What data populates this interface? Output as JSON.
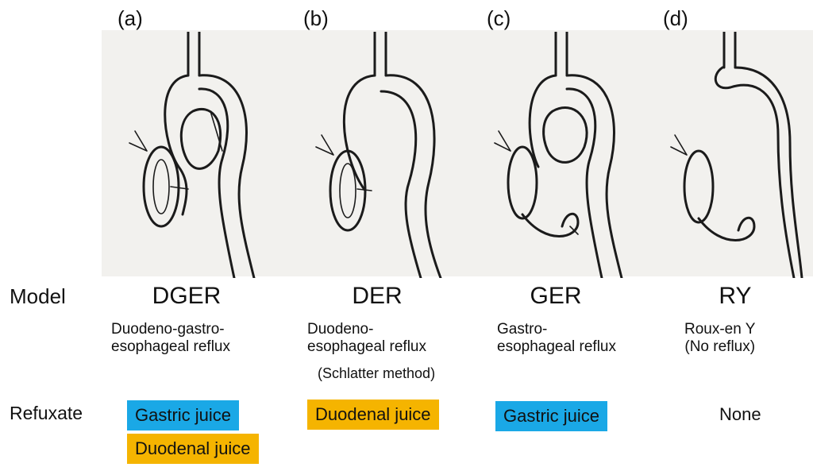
{
  "labels": {
    "model_row": "Model",
    "refluxate_row": "Refuxate"
  },
  "panels": [
    {
      "letter": "(a)",
      "model": "DGER",
      "desc_line1": "Duodeno-gastro-",
      "desc_line2": "esophageal reflux",
      "refluxate": [
        "Gastric juice",
        "Duodenal juice"
      ]
    },
    {
      "letter": "(b)",
      "model": "DER",
      "desc_line1": "Duodeno-",
      "desc_line2": "esophageal reflux",
      "note": "(Schlatter method)",
      "refluxate": [
        "Duodenal juice"
      ]
    },
    {
      "letter": "(c)",
      "model": "GER",
      "desc_line1": "Gastro-",
      "desc_line2": "esophageal reflux",
      "refluxate": [
        "Gastric juice"
      ]
    },
    {
      "letter": "(d)",
      "model": "RY",
      "desc_line1": "Roux-en Y",
      "desc_line2": "(No reflux)",
      "refluxate_text": "None"
    }
  ],
  "colors": {
    "gastric": "#1aa8e6",
    "duodenal": "#f5b400",
    "panel_background": "#f2f1ee"
  }
}
